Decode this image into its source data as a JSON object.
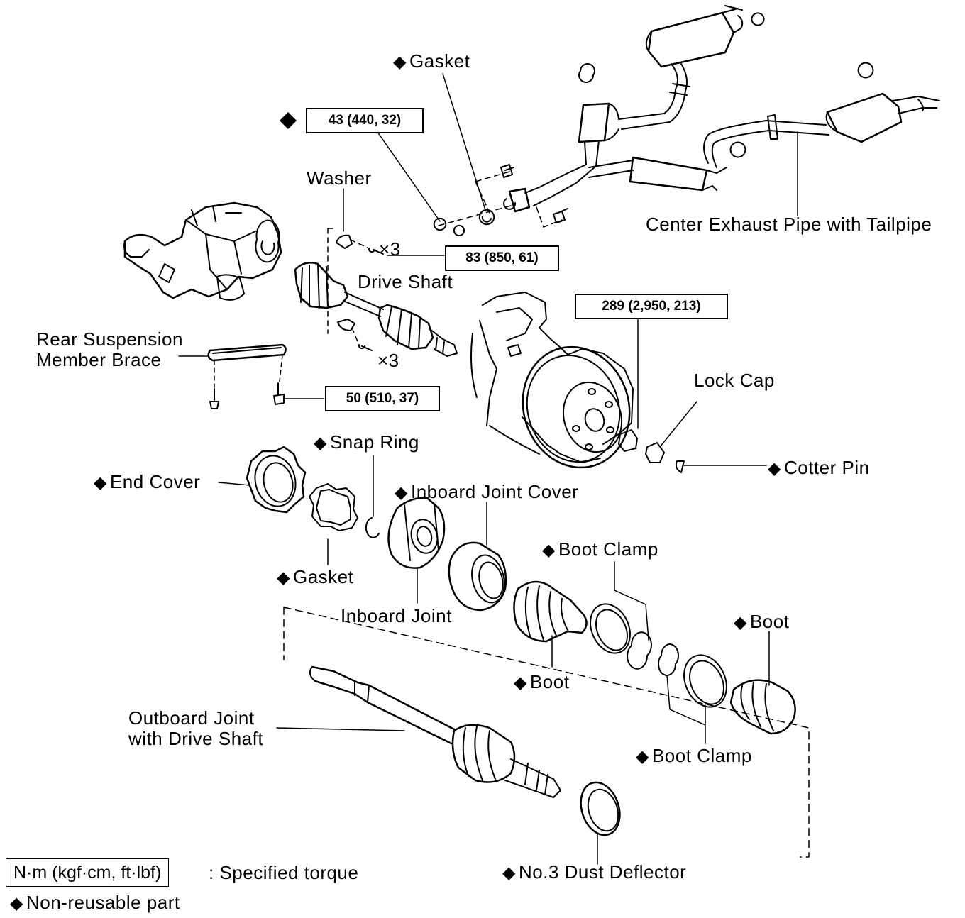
{
  "torque_specs": {
    "exhaust_nut": "43 (440, 32)",
    "drive_shaft_bolt": "83 (850, 61)",
    "lock_nut": "289 (2,950, 213)",
    "brace_bolt": "50 (510, 37)"
  },
  "quantities": {
    "upper": "×3",
    "lower": "×3"
  },
  "labels": {
    "gasket_top": "Gasket",
    "washer": "Washer",
    "center_exhaust_pipe": "Center Exhaust Pipe with Tailpipe",
    "drive_shaft": "Drive Shaft",
    "rear_suspension_line1": "Rear Suspension",
    "rear_suspension_line2": "Member Brace",
    "lock_cap": "Lock Cap",
    "cotter_pin": "Cotter Pin",
    "snap_ring": "Snap Ring",
    "end_cover": "End Cover",
    "inboard_joint_cover": "Inboard Joint Cover",
    "gasket_lower": "Gasket",
    "boot_clamp_upper": "Boot Clamp",
    "inboard_joint": "Inboard Joint",
    "boot_outer": "Boot",
    "boot_inner": "Boot",
    "outboard_line1": "Outboard Joint",
    "outboard_line2": "with Drive Shaft",
    "boot_clamp_lower": "Boot Clamp",
    "dust_deflector": "No.3 Dust Deflector"
  },
  "legend": {
    "torque_unit": "N·m (kgf·cm, ft·lbf)",
    "torque_desc": ": Specified torque",
    "nonreusable_desc": "Non-reusable part"
  }
}
